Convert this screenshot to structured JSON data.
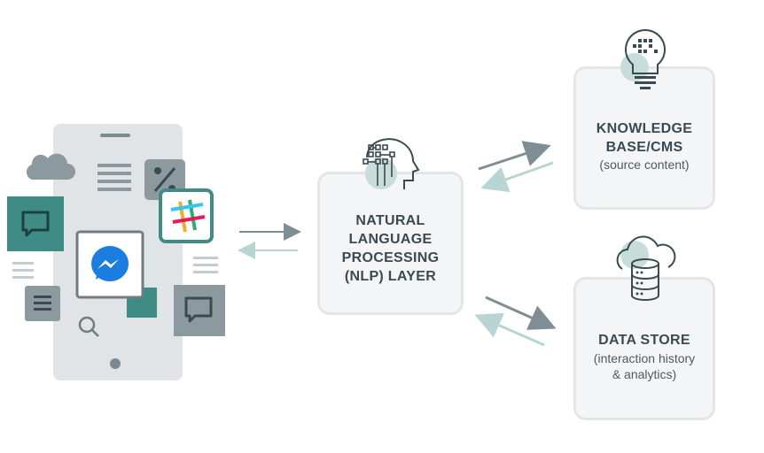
{
  "nlp": {
    "title": "NATURAL\nLANGUAGE\nPROCESSING\n(NLP) LAYER",
    "icon": "brain-circuit-icon"
  },
  "knowledge": {
    "title": "KNOWLEDGE\nBASE/CMS",
    "subtitle": "(source content)",
    "icon": "lightbulb-icon"
  },
  "datastore": {
    "title": "DATA STORE",
    "subtitle": "(interaction history\n& analytics)",
    "icon": "cloud-database-icon"
  },
  "phone": {
    "percent_symbol": "%",
    "icons": [
      "cloud-icon",
      "document-lines-icon",
      "percent-icon",
      "slack-icon",
      "chat-bubble-icon",
      "messenger-icon",
      "search-icon",
      "list-icon",
      "chat-bubble-icon"
    ]
  },
  "colors": {
    "box_border": "#e3e6e8",
    "box_fill": "#f4f5f6",
    "teal": "#3f8b86",
    "teal_light": "#c8ddda",
    "gray": "#8c999e",
    "arrow_dark": "#7f8e95",
    "arrow_light": "#b8d5d4",
    "messenger_blue": "#1c7de0"
  }
}
